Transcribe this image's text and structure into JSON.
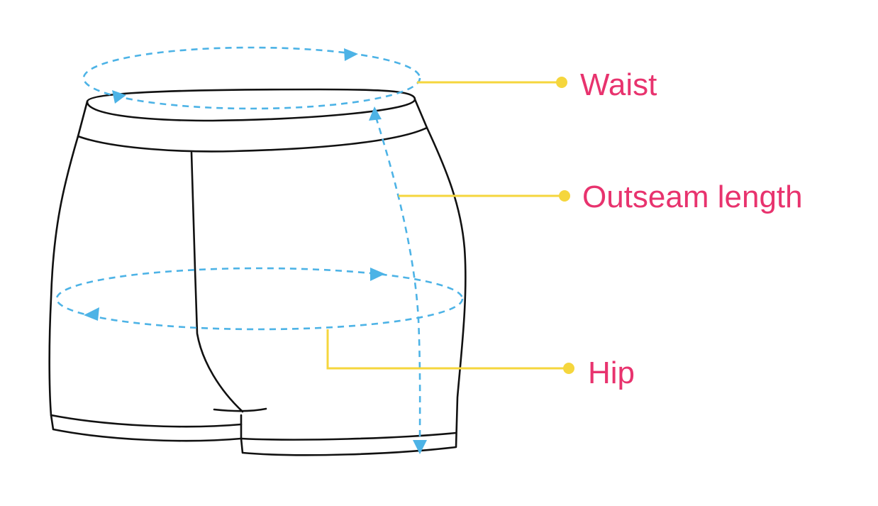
{
  "labels": {
    "waist": "Waist",
    "outseam": "Outseam length",
    "hip": "Hip"
  },
  "colors": {
    "label": "#e8336e",
    "leader": "#f5d63d",
    "measure": "#4db3e6",
    "outline": "#111111"
  }
}
